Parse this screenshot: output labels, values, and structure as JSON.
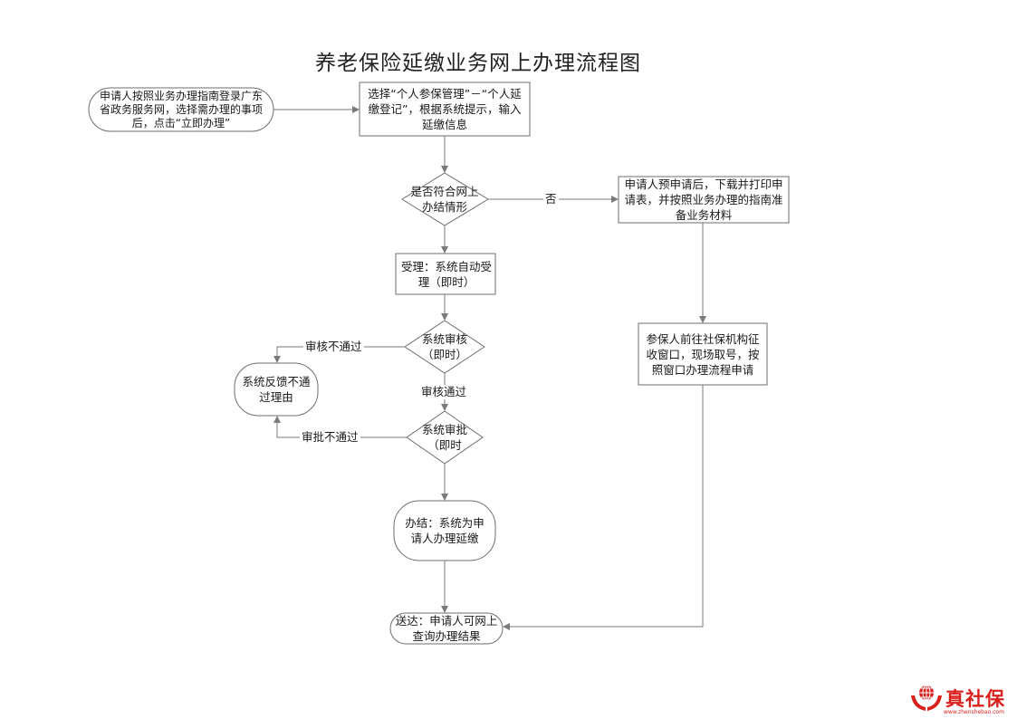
{
  "title": "养老保险延缴业务网上办理流程图",
  "colors": {
    "line": "#7a7a7a",
    "node_border": "#6e6e6e",
    "brand_red": "#d9201c"
  },
  "nodes": {
    "start": "申请人按照业务办理指南登录广东省政务服务网，选择需办理的事项后，点击“立即办理”",
    "select": "选择“个人参保管理”－“个人延缴登记”，根据系统提示，输入延缴信息",
    "decision_online": "是否符合网上办结情形",
    "offline_apply": "申请人预申请后，下载并打印申请表，并按照业务办理的指南准备业务材料",
    "accept": "受理：系统自动受理（即时）",
    "review": "系统审核（即时）",
    "feedback": "系统反馈不通过理由",
    "approve": "系统审批（即时",
    "offline_window": "参保人前往社保机构征收窗口，现场取号，按照窗口办理流程申请",
    "complete": "办结：系统为申请人办理延缴",
    "deliver": "送达：申请人可网上查询办理结果"
  },
  "edge_labels": {
    "no": "否",
    "review_fail": "审核不通过",
    "review_pass": "审核通过",
    "approve_fail": "审批不通过"
  },
  "logo": {
    "brand": "真社保",
    "url": "www.zhenshebao.com",
    "icon": "globe-hands-icon"
  }
}
